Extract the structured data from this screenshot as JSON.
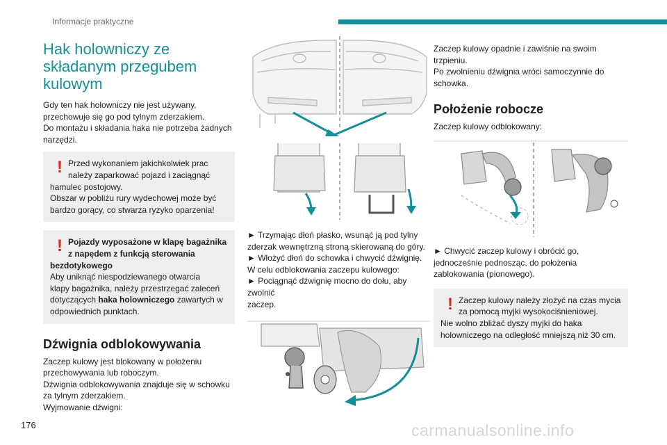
{
  "header": {
    "running_head": "Informacje praktyczne",
    "accent_color": "#148f98"
  },
  "footer": {
    "page_number": "176",
    "watermark": "carmanualsonline.info"
  },
  "col1": {
    "title": "Hak holowniczy ze składanym przegubem kulowym",
    "intro": [
      "Gdy ten hak holowniczy nie jest używany,",
      "przechowuje się go pod tylnym zderzakiem.",
      "Do montażu i składania haka nie potrzeba żadnych",
      "narzędzi."
    ],
    "warning1": [
      "Przed wykonaniem jakichkolwiek prac",
      "należy zaparkować pojazd i zaciągnąć",
      "hamulec postojowy.",
      "Obszar w pobliżu rury wydechowej może być",
      "bardzo gorący, co stwarza ryzyko oparzenia!"
    ],
    "warning2": {
      "bold_lines": [
        "Pojazdy wyposażone w klapę bagażnika",
        "z napędem z funkcją sterowania",
        "bezdotykowego"
      ],
      "lines": [
        "Aby uniknąć niespodziewanego otwarcia",
        "klapy bagażnika, należy przestrzegać zaleceń"
      ],
      "last_pre": "dotyczących ",
      "last_bold": "haka holowniczego",
      "last_post": " zawartych w",
      "final": "odpowiednich punktach."
    },
    "section_title": "Dźwignia odblokowywania",
    "section_text": [
      "Zaczep kulowy jest blokowany w położeniu",
      "przechowywania lub roboczym.",
      "Dźwignia odblokowywania znajduje się w schowku",
      "za tylnym zderzakiem.",
      "Wyjmowanie dźwigni:"
    ]
  },
  "col2": {
    "steps": [
      "► Trzymając dłoń płasko, wsunąć ją pod tylny",
      "zderzak wewnętrzną stroną skierowaną do góry.",
      "► Włożyć dłoń do schowka i chwycić dźwignię.",
      "W celu odblokowania zaczepu kulowego:",
      "► Pociągnąć dźwignię mocno do dołu, aby zwolnić",
      "zaczep."
    ]
  },
  "col3": {
    "intro": [
      "Zaczep kulowy opadnie i zawiśnie na swoim",
      "trzpieniu.",
      "Po zwolnieniu dźwignia wróci samoczynnie do",
      "schowka."
    ],
    "section_title": "Położenie robocze",
    "section_intro": "Zaczep kulowy odblokowany:",
    "steps": [
      "► Chwycić zaczep kulowy i obrócić go,",
      "jednocześnie podnosząc, do położenia",
      "zablokowania (pionowego)."
    ],
    "warning": [
      "Zaczep kulowy należy złożyć na czas mycia",
      "za pomocą myjki wysokociśnieniowej.",
      "Nie wolno zbliżać dyszy myjki do haka",
      "holowniczego na odległość mniejszą niż 30 cm."
    ]
  }
}
